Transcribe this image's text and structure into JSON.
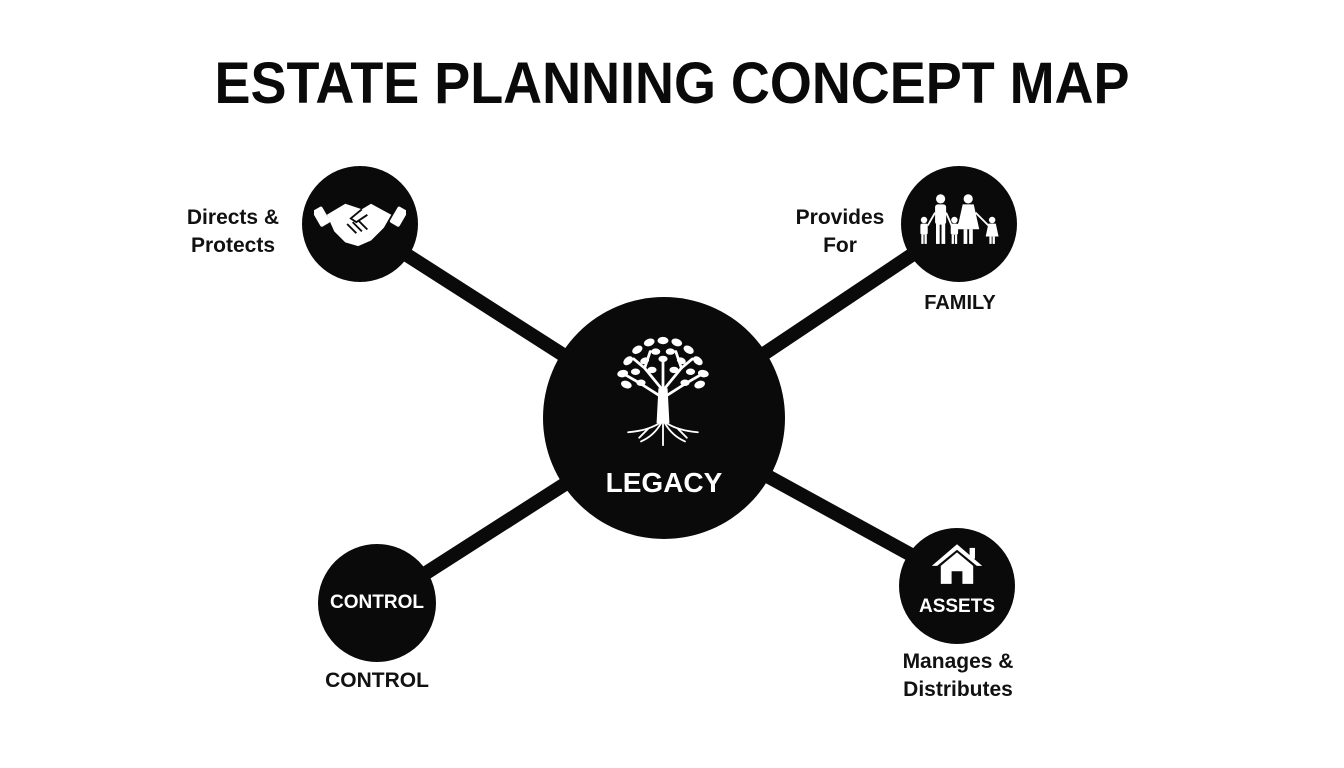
{
  "title": "ESTATE PLANNING CONCEPT MAP",
  "center": {
    "label": "LEGACY",
    "icon": "tree-icon"
  },
  "nodes": {
    "directs": {
      "icon": "handshake-icon",
      "caption_line1": "Directs &",
      "caption_line2": "Protects"
    },
    "family": {
      "icon": "family-icon",
      "caption_line1": "Provides",
      "caption_line2": "For",
      "label_below": "FAMILY"
    },
    "control": {
      "label": "CONTROL",
      "label_below": "CONTROL"
    },
    "assets": {
      "icon": "house-icon",
      "label": "ASSETS",
      "caption_line1": "Manages &",
      "caption_line2": "Distributes"
    }
  },
  "colors": {
    "node_fill": "#0a0a0a",
    "line": "#0a0a0a",
    "background": "#ffffff",
    "node_text": "#ffffff"
  }
}
